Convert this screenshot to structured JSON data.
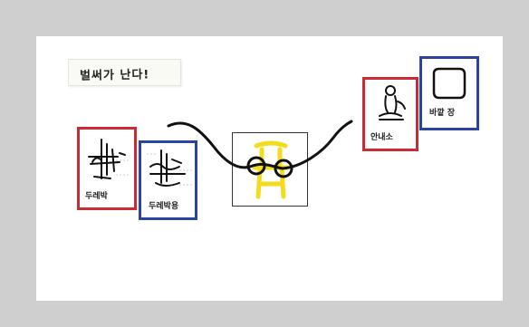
{
  "note": {
    "text": "벌써가 난다!"
  },
  "cards": {
    "left_red_label": "두레박",
    "left_blue_label": "두레박용",
    "right_red_label": "안내소",
    "right_blue_label": "바깥 장"
  },
  "colors": {
    "background": "#cfcfcf",
    "board": "#ffffff",
    "red_frame": "#cc2b34",
    "blue_frame": "#2a44a0",
    "stroke": "#111111",
    "chair": "#f3dc1e"
  },
  "icons": [
    "hand-drawn-figure-icon",
    "chair-icon",
    "statue-icon",
    "square-icon"
  ]
}
